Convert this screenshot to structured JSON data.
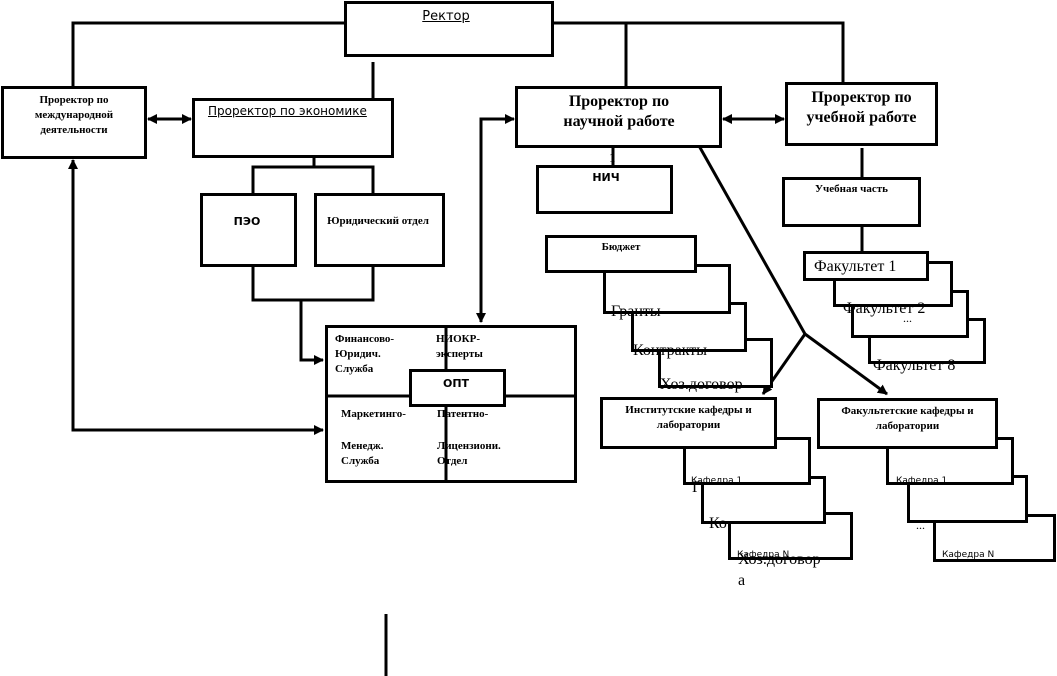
{
  "nodes": {
    "rector": "Ректор",
    "intl": "Проректор по международной деятельности",
    "econ": "Проректор по экономике",
    "science": "Проректор по научной работе",
    "study": "Проректор по учебной работе",
    "peo": "ПЭО",
    "legal": "Юридический отдел",
    "nich": "НИЧ",
    "budget": "Бюджет",
    "grants": "Гранты",
    "contracts": "Контракты",
    "hozdog": "Хоз.договор",
    "study_part": "Учебная часть",
    "fac1": "Факультет 1",
    "fac2": "Факультет 2",
    "fac_dots": "...",
    "fac8": "Факультет 8",
    "opt": "ОПТ",
    "fin": "Финансово-Юридич. Служба",
    "niokr": "НИОКР-эксперты",
    "marketing": "Маркетинго-",
    "patent": "Патентно-",
    "manag": "Менедж. Служба",
    "licens": "Лицензиони. Отдел",
    "inst_dep": "Институтские кафедры и лаборатории",
    "fac_dep": "Факультетские кафедры и лаборатории",
    "kaf1_left": "Кафедра 1",
    "kaf_gr_left": "Г",
    "kaf_k_left": "Ко",
    "kafN_left": "Кафедра N",
    "hozdog2": "Хоз.договор",
    "hozdog2_tail": "а",
    "kaf1_right": "Кафедра 1",
    "kaf_dots_right": "...",
    "kafN_right": "Кафедра N",
    "num1": "1"
  }
}
